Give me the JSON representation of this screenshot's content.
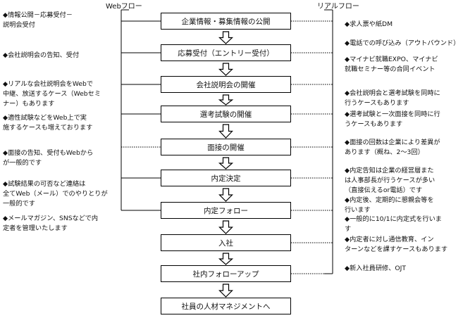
{
  "headers": {
    "web": "Webフロー",
    "real": "リアルフロー"
  },
  "steps": [
    "企業情報・募集情報の公開",
    "応募受付（エントリー受付）",
    "会社説明会の開催",
    "選考試験の開催",
    "面接の開催",
    "内定決定",
    "内定フォロー",
    "入社",
    "社内フォローアップ",
    "社員の人材マネジメントへ"
  ],
  "web_notes": [
    [
      "◆情報公開－応募受付－",
      "説明会受付"
    ],
    [
      "◆会社説明会の告知、受付"
    ],
    [
      "◆リアルな会社説明会をWebで",
      "中継、放送するケース（Webセミ",
      "ナー）もあります"
    ],
    [
      "◆適性試験などをWeb上で実",
      "施するケースも増えております"
    ],
    [
      "◆面接の告知、受付もWebから",
      "が一般的です"
    ],
    [
      "◆試験結果の可否など連絡は",
      "全てWeb（メール）でのやりとりが",
      "一般的です"
    ],
    [
      "◆メールマガジン、SNSなどで内",
      "定者を管理いたします"
    ]
  ],
  "real_notes": [
    [
      "◆求人票や紙DM"
    ],
    [
      "◆電話での呼び込み（アウトバウンド）"
    ],
    [
      "◆マイナビ就職EXPO、マイナビ",
      "就職セミナー等の合同イベント"
    ],
    [
      "◆会社説明会と選考試験を同時に",
      "行うケースもあります"
    ],
    [
      "◆選考試験と一次面接を同時に行",
      "うケースもあります"
    ],
    [
      "◆面接の回数は企業により差異が",
      "あります（概ね、2～3回）"
    ],
    [
      "◆内定告知は企業の経営層また",
      "は人事部長が行うケースが多い",
      "（直接伝えるor電話）です"
    ],
    [
      "◆内定後、定期的に懇親会等を",
      "行います"
    ],
    [
      "◆一般的に10/1に内定式を行いま",
      "す"
    ],
    [
      "◆内定者に対し通信教育、イン",
      "ターンなどを課すケースもあります"
    ],
    [
      "◆新入社員研修、OJT"
    ]
  ]
}
